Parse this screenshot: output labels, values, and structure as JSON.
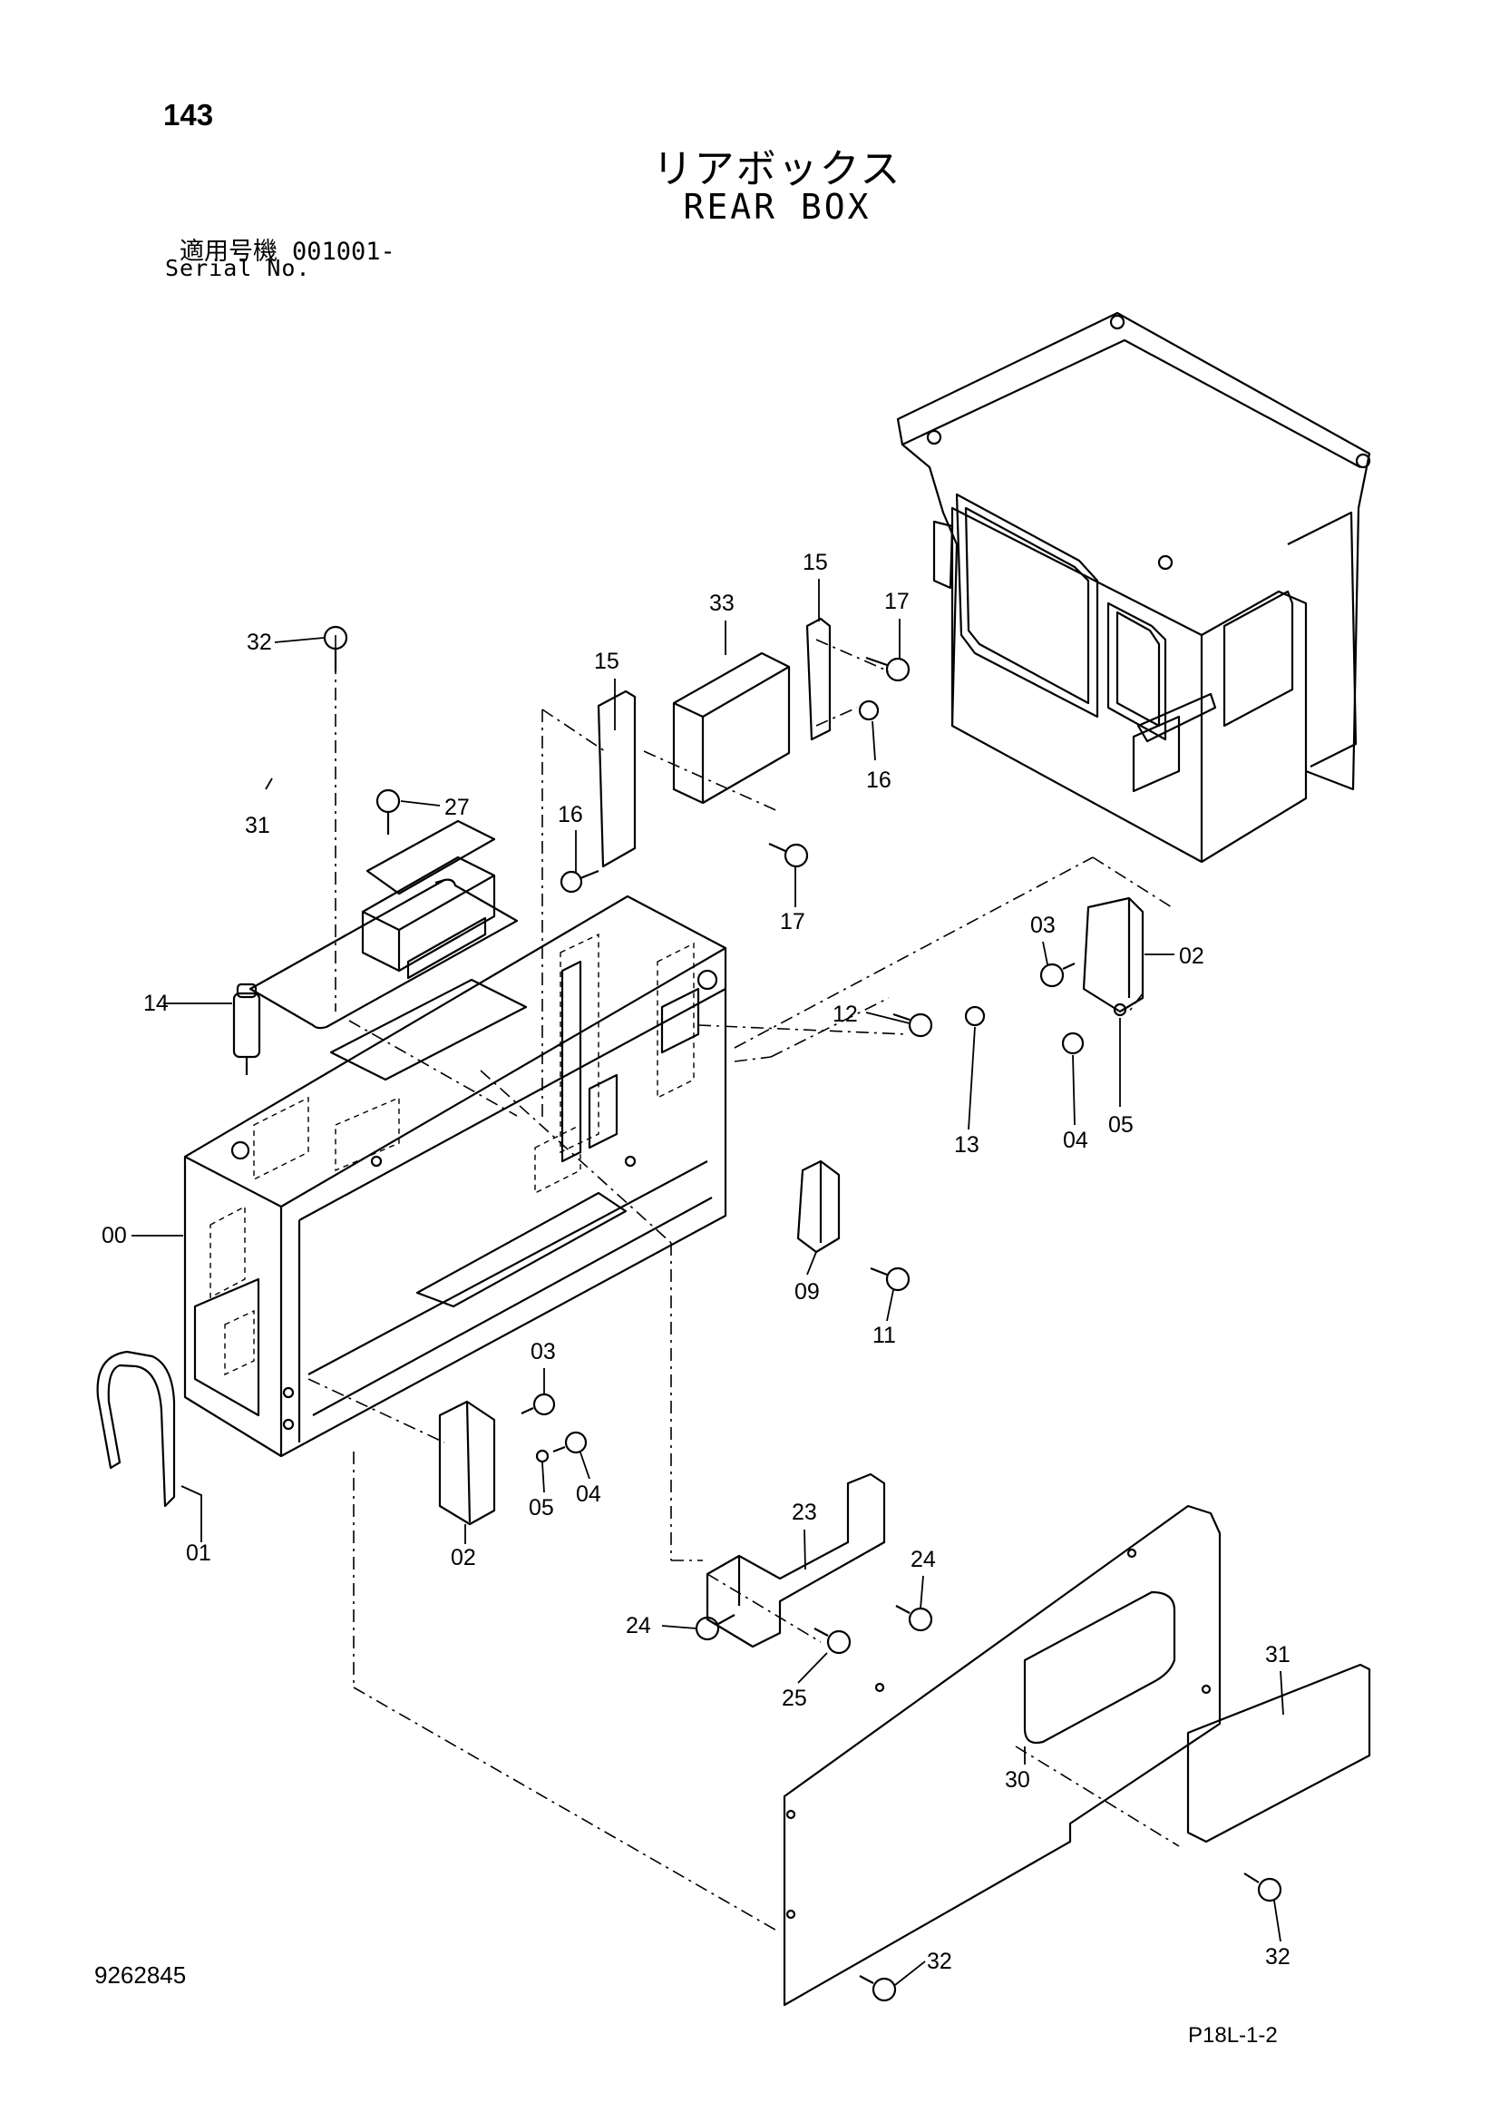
{
  "page_number": "143",
  "title": {
    "japanese": "リアボックス",
    "english": "REAR BOX"
  },
  "serial": {
    "label_jp": "適用号機",
    "value": "001001-",
    "label_en": "Serial No."
  },
  "callouts": [
    "32",
    "31",
    "27",
    "14",
    "00",
    "01",
    "15",
    "33",
    "16",
    "17",
    "17",
    "15",
    "16",
    "03",
    "02",
    "12",
    "13",
    "04",
    "05",
    "09",
    "11",
    "03",
    "05",
    "04",
    "02",
    "23",
    "24",
    "24",
    "25",
    "31",
    "30",
    "32",
    "32"
  ],
  "footer": {
    "document_number": "9262845",
    "sheet_code": "P18L-1-2"
  }
}
